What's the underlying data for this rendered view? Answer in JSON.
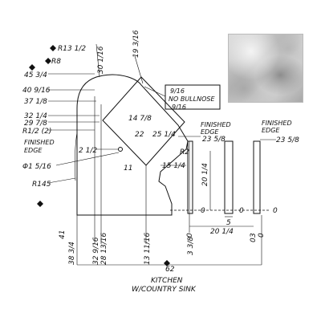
{
  "swatch": {
    "label": "stone sample",
    "colors": [
      "#d9d9d9",
      "#bdbdbd",
      "#a7a7a7"
    ]
  },
  "labels": {
    "r13": "R13 1/2",
    "r8": "R8",
    "d45": "45 3/4",
    "d40": "40 9/16",
    "d37": "37 1/8",
    "d32": "32 1/4",
    "d29": "29 7/8",
    "r12": "R1/2 (2)",
    "finished_left_1": "FINISHED",
    "finished_left_2": "EDGE",
    "d2": "2 1/2",
    "hole": "Φ1 5/16",
    "r145": "R145",
    "d30": "30 1/16",
    "d19": "19 3/16",
    "d14": "14 7/8",
    "d22": "22",
    "d25": "25 1/4",
    "d11": "11",
    "d15": "15 1/4",
    "nb_top": "9/16",
    "nb_mid": "NO BULLNOSE",
    "nb_bot": "9/16",
    "finished_mid_1": "FINISHED",
    "finished_mid_2": "EDGE",
    "r2": "R2",
    "d23a": "23 5/8",
    "finished_right_1": "FINISHED",
    "finished_right_2": "EDGE",
    "d23b": "23 5/8",
    "d20": "20 1/4",
    "d5": "5",
    "d20b": "20 1/4",
    "d3": "3",
    "zero_a": "0",
    "zero_b": "0",
    "zero_c": "0",
    "zero_d": "0",
    "zero_e": "0",
    "zero_f": "0",
    "v41": "41",
    "v38": "38 3/4",
    "v32": "32 9/16",
    "v28": "28 13/16",
    "v13": "13 11/16",
    "v3": "3 3/8",
    "d62": "62",
    "title1": "KITCHEN",
    "title2": "W/COUNTRY SINK"
  }
}
